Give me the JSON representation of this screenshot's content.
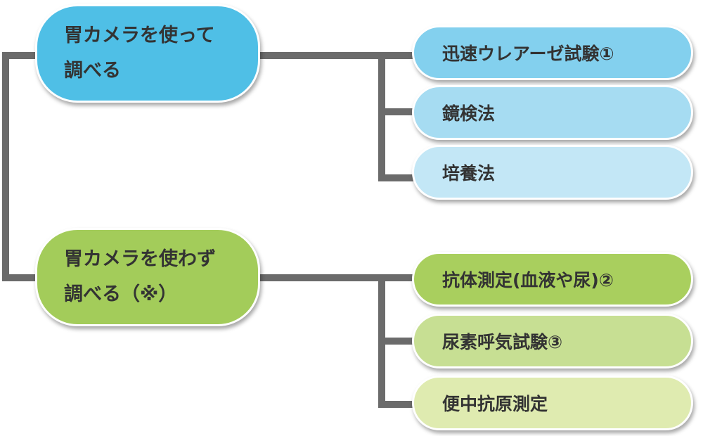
{
  "colors": {
    "line": "#6b6b6b",
    "group1_main": "#4fbfe6",
    "group1_sub": [
      "#83d0ee",
      "#a6dcf2",
      "#c3e7f6"
    ],
    "group2_main": "#a3cc5a",
    "group2_sub": [
      "#a9cf5e",
      "#c7df93",
      "#dfebb0"
    ]
  },
  "groups": [
    {
      "label": "胃カメラを使って\n調べる",
      "tests": [
        "迅速ウレアーゼ試験①",
        "鏡検法",
        "培養法"
      ]
    },
    {
      "label": "胃カメラを使わず\n調べる（※）",
      "tests": [
        "抗体測定(血液や尿)②",
        "尿素呼気試験③",
        "便中抗原測定"
      ]
    }
  ]
}
